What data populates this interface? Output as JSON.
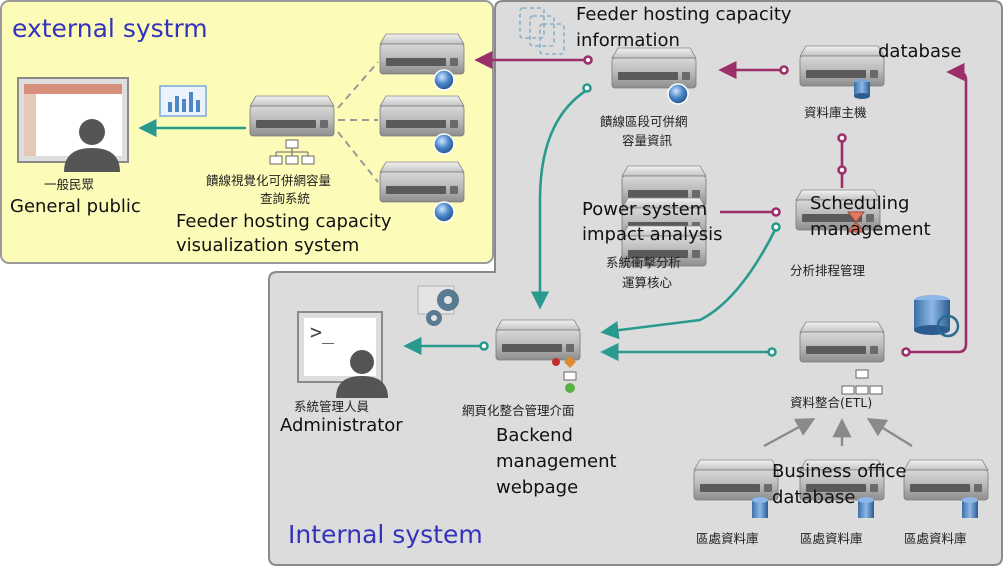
{
  "regions": {
    "external_title": "external systrm",
    "internal_title": "Internal system"
  },
  "labels": {
    "general_public_zh": "一般民眾",
    "general_public_en": "General public",
    "viz_system_zh_1": "饋線視覺化可併網容量",
    "viz_system_zh_2": "查詢系統",
    "viz_system_en_1": "Feeder hosting capacity",
    "viz_system_en_2": "visualization system",
    "hosting_info_en_1": "Feeder hosting capacity",
    "hosting_info_en_2": "information",
    "hosting_info_zh_1": "饋線區段可併網",
    "hosting_info_zh_2": "容量資訊",
    "database_en": "database",
    "database_zh": "資料庫主機",
    "power_impact_en_1": "Power system",
    "power_impact_en_2": "impact analysis",
    "power_impact_zh_1": "系統衝擊分析",
    "power_impact_zh_2": "運算核心",
    "scheduling_en_1": "Scheduling",
    "scheduling_en_2": "management",
    "scheduling_zh": "分析排程管理",
    "admin_zh": "系統管理人員",
    "admin_en": "Administrator",
    "backend_zh": "網頁化整合管理介面",
    "backend_en_1": "Backend",
    "backend_en_2": "management",
    "backend_en_3": "webpage",
    "etl_zh": "資料整合(ETL)",
    "business_en_1": "Business office",
    "business_en_2": "database",
    "office_db_zh_1": "區處資料庫",
    "office_db_zh_2": "區處資料庫",
    "office_db_zh_3": "區處資料庫",
    "admin_console_prompt": ">_"
  },
  "colors": {
    "external_bg": "#fdfbb8",
    "internal_bg": "#dcdcdc",
    "teal_arrow": "#2a9a8f",
    "magenta_arrow": "#9a2f6c",
    "region_title": "#3333bb"
  }
}
